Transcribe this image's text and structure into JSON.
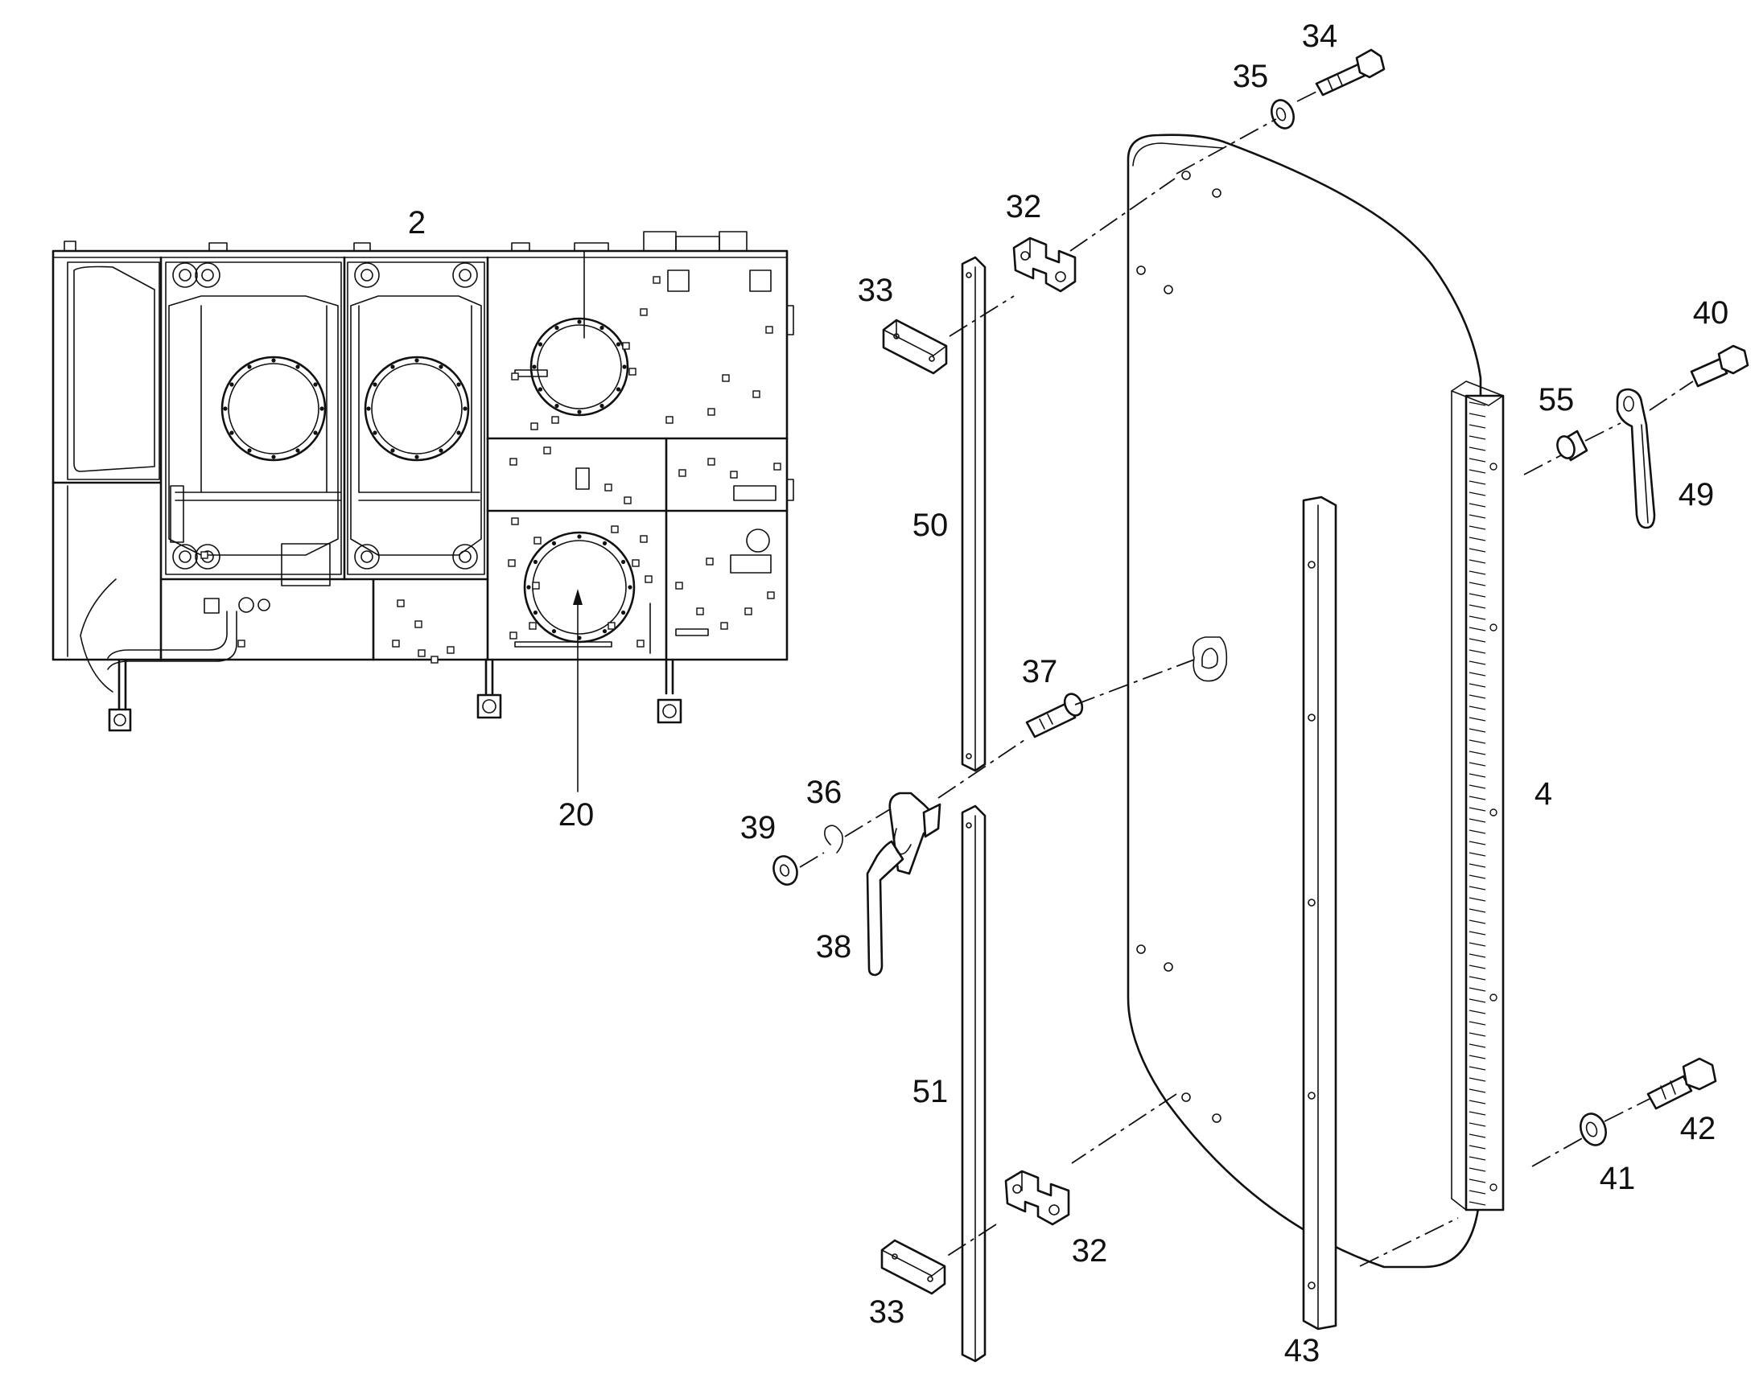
{
  "callouts": {
    "c2": "2",
    "c20": "20",
    "c4": "4",
    "c32a": "32",
    "c32b": "32",
    "c33a": "33",
    "c33b": "33",
    "c34": "34",
    "c35": "35",
    "c36": "36",
    "c37": "37",
    "c38": "38",
    "c39": "39",
    "c40": "40",
    "c41": "41",
    "c42": "42",
    "c43": "43",
    "c49": "49",
    "c50": "50",
    "c51": "51",
    "c55": "55"
  }
}
